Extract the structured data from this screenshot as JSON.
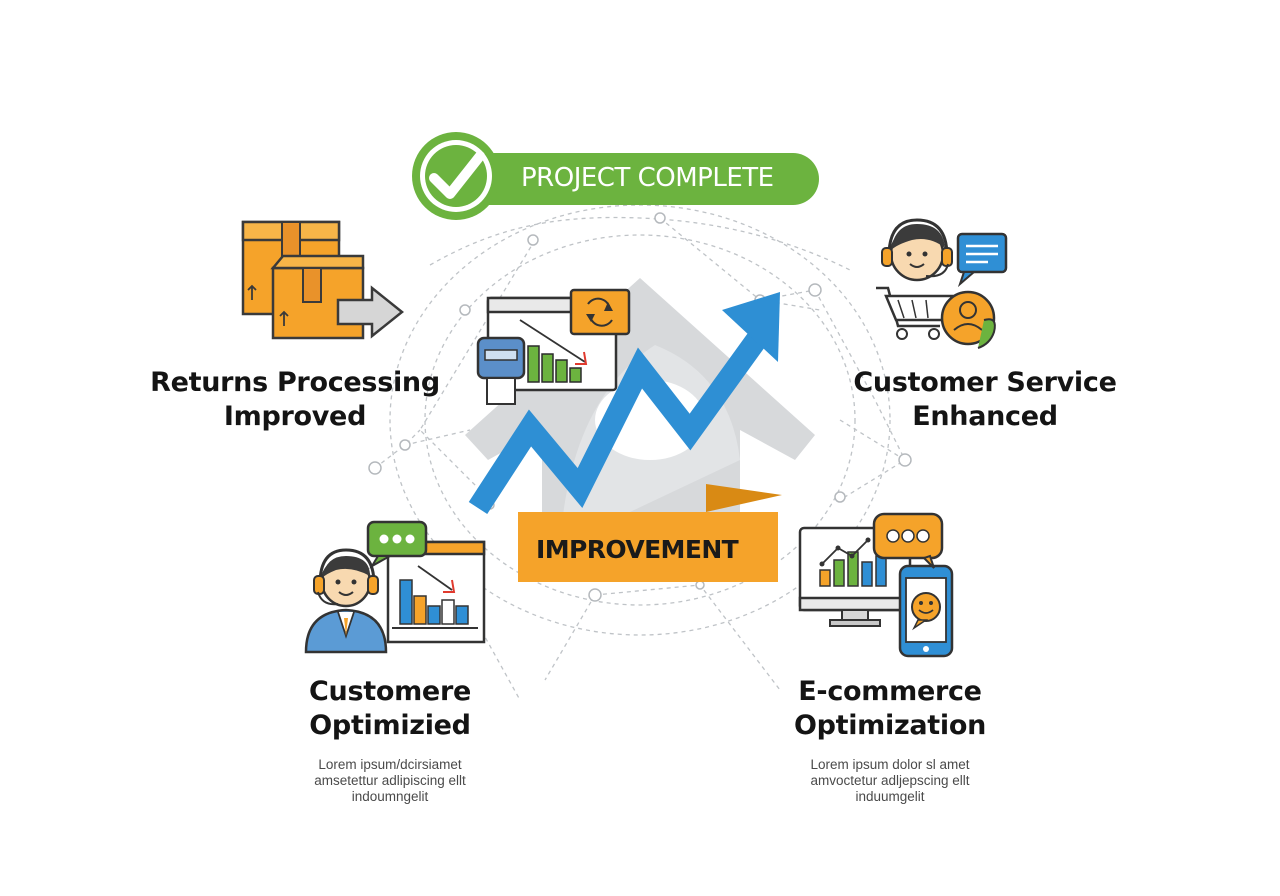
{
  "badge": {
    "text": "PROJECT COMPLETE"
  },
  "center": {
    "banner": "IMPROVEMENT"
  },
  "items": {
    "returns": {
      "line1": "Returns Processing",
      "line2": "Improved"
    },
    "service": {
      "line1": "Customer Service",
      "line2": "Enhanced"
    },
    "customer": {
      "line1": "Customere",
      "line2": "Optimizied",
      "desc": [
        "Lorem ipsum/dcirsiamet",
        "amsetettur adlipiscing ellt",
        "indoumngelit"
      ]
    },
    "ecommerce": {
      "line1": "E-commerce",
      "line2": "Optimization",
      "desc": [
        "Lorem ipsum dolor sl amet",
        "amvoctetur adljepscing ellt",
        "induumgelit"
      ]
    }
  },
  "colors": {
    "green": "#6cb33f",
    "orange": "#f5a32a",
    "blue": "#2f8fd5",
    "gray": "#d4d6d8"
  }
}
